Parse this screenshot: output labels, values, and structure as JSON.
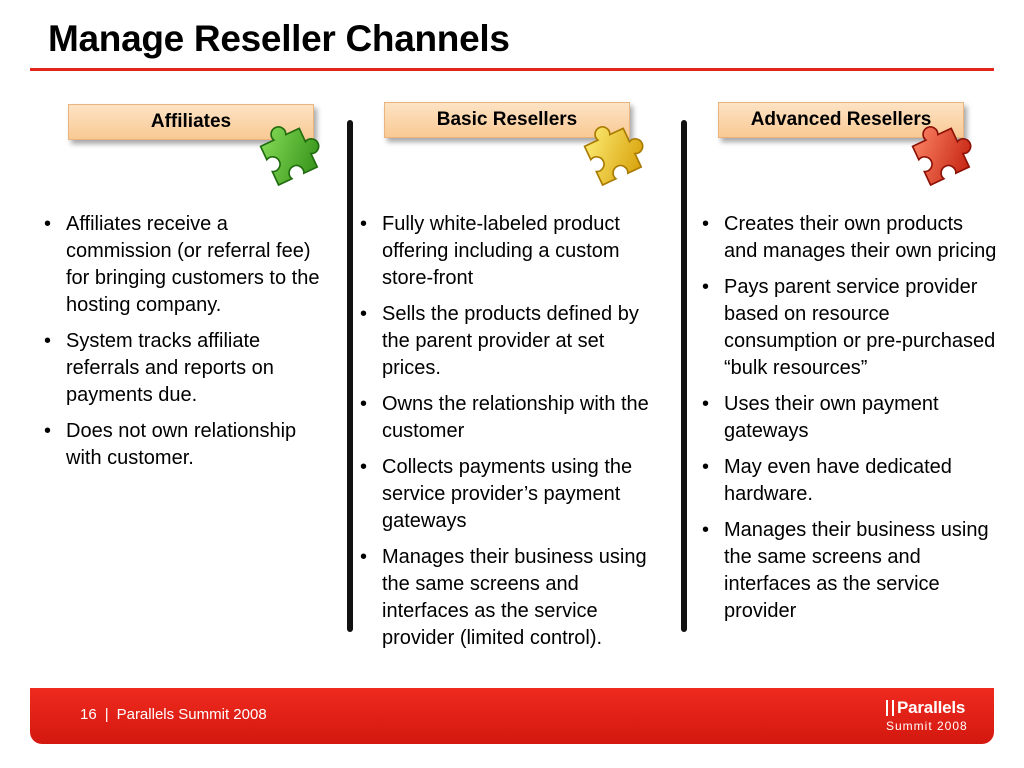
{
  "slide": {
    "title": "Manage Reseller Channels"
  },
  "columns": [
    {
      "header": "Affiliates",
      "puzzle_color": "#3cb021",
      "bullets": [
        "Affiliates receive a commission (or referral fee) for bringing customers to the hosting company.",
        "System tracks affiliate referrals and reports on payments due.",
        "Does not own relationship with customer."
      ]
    },
    {
      "header": "Basic Resellers",
      "puzzle_color": "#f3c40a",
      "bullets": [
        "Fully white-labeled product offering including a custom store-front",
        "Sells the products defined by the parent provider at set prices.",
        "Owns the relationship with the customer",
        "Collects payments using the service provider’s payment gateways",
        "Manages their business using the same screens and interfaces as the service provider (limited control)."
      ]
    },
    {
      "header": "Advanced Resellers",
      "puzzle_color": "#e0301e",
      "bullets": [
        "Creates their own products and manages their own pricing",
        "Pays parent service provider based on resource consumption or pre-purchased “bulk resources”",
        "Uses their own payment gateways",
        "May even have dedicated hardware.",
        "Manages their business using the same screens and interfaces as the service provider"
      ]
    }
  ],
  "footer": {
    "page_number": "16",
    "separator": "|",
    "event": "Parallels Summit 2008",
    "logo_main": "Parallels",
    "logo_sub": "Summit 2008"
  },
  "colors": {
    "accent_red": "#e3261b",
    "header_fill": "#f9c993"
  }
}
